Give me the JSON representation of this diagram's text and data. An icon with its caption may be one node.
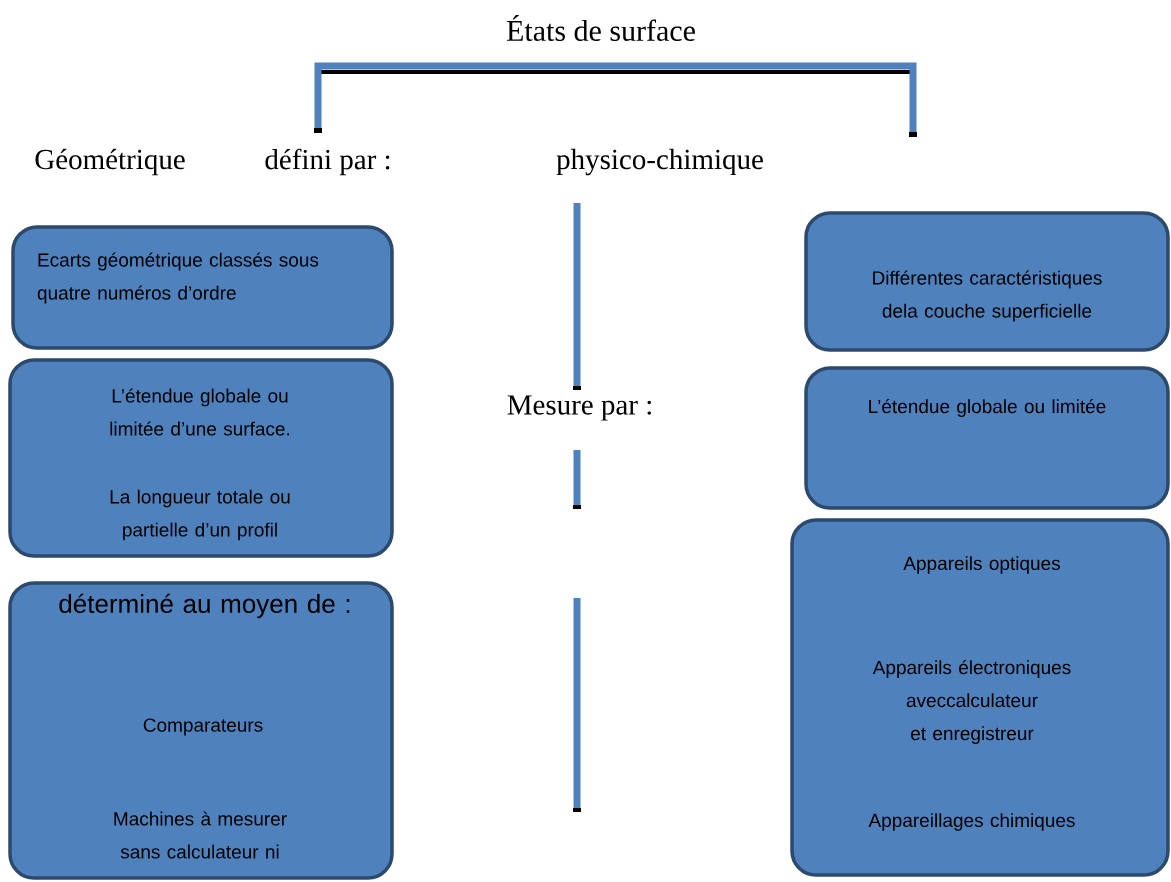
{
  "diagram": {
    "title": "États de surface",
    "nodes": [
      {
        "text": [
          "Ecarts géométrique  classés sous quatre numéros d’ordre"
        ]
      },
      {
        "text": [
          "L’étendue globale ou limitée d’une surface.",
          "La longueur  totale ou partielle d’un profil"
        ]
      },
      {
        "text": [
          "déterminé au moyen de :",
          "Comparateurs",
          "Machines à mesurer sans calculateur ni"
        ]
      },
      {
        "text": [
          "Différentes caractéristiques dela couche superficielle"
        ]
      },
      {
        "text": [
          "L’étendue globale ou limitée"
        ]
      },
      {
        "text": [
          "Appareils optiques",
          "Appareils électroniques aveccalculateur et enregistreur",
          "Appareillages chimiques"
        ]
      }
    ],
    "labels": [
      "Géométrique",
      "défini par :",
      "physico-chimique",
      "Mesure par :"
    ]
  }
}
